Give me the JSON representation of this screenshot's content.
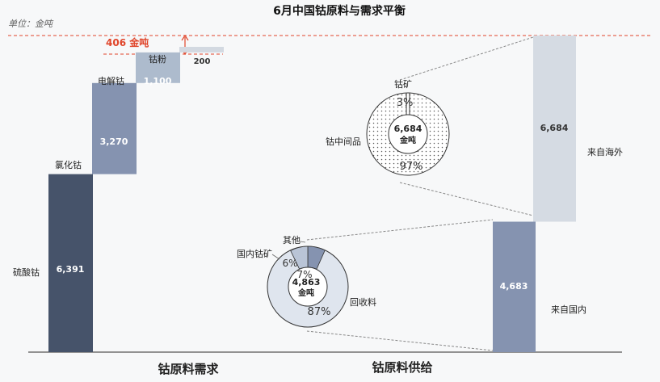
{
  "chart_data": {
    "type": "bar",
    "title": "6月中国钴原料与需求平衡",
    "unit": "单位：金吨",
    "colors": {
      "demand_1": "#46536a",
      "demand_2": "#8593b0",
      "demand_3": "#adbbcd",
      "demand_4": "#d3d9e1",
      "supply_domestic": "#8593b0",
      "supply_overseas": "#d5dbe3",
      "gap": "#e0452a"
    },
    "demand": {
      "label": "钴原料需求",
      "stacks": [
        {
          "name": "硫酸钴",
          "value": 6391
        },
        {
          "name": "氯化钴",
          "value": 3270
        },
        {
          "name": "电解钴",
          "value": 1100
        },
        {
          "name": "钴粉",
          "value": 200
        }
      ],
      "value_labels": [
        "6,391",
        "3,270",
        "1,100",
        "200"
      ]
    },
    "supply": {
      "label": "钴原料供给",
      "stacks": [
        {
          "name": "来自国内",
          "value": 4683
        },
        {
          "name": "来自海外",
          "value": 6684
        }
      ],
      "value_labels": [
        "4,683",
        "6,684"
      ]
    },
    "gap": {
      "label": "406 金吨",
      "value": 406
    },
    "donut_overseas": {
      "total_label": "6,684",
      "unit_label": "金吨",
      "segments": [
        {
          "name": "钴矿",
          "pct": 3,
          "pct_label": "3%"
        },
        {
          "name": "钴中间品",
          "pct": 97,
          "pct_label": "97%"
        }
      ]
    },
    "donut_domestic": {
      "total_label": "4,863",
      "unit_label": "金吨",
      "segments": [
        {
          "name": "其他",
          "pct": 7,
          "pct_label": "7%"
        },
        {
          "name": "国内钴矿",
          "pct": 6,
          "pct_label": "6%"
        },
        {
          "name": "回收料",
          "pct": 87,
          "pct_label": "87%"
        }
      ]
    }
  }
}
